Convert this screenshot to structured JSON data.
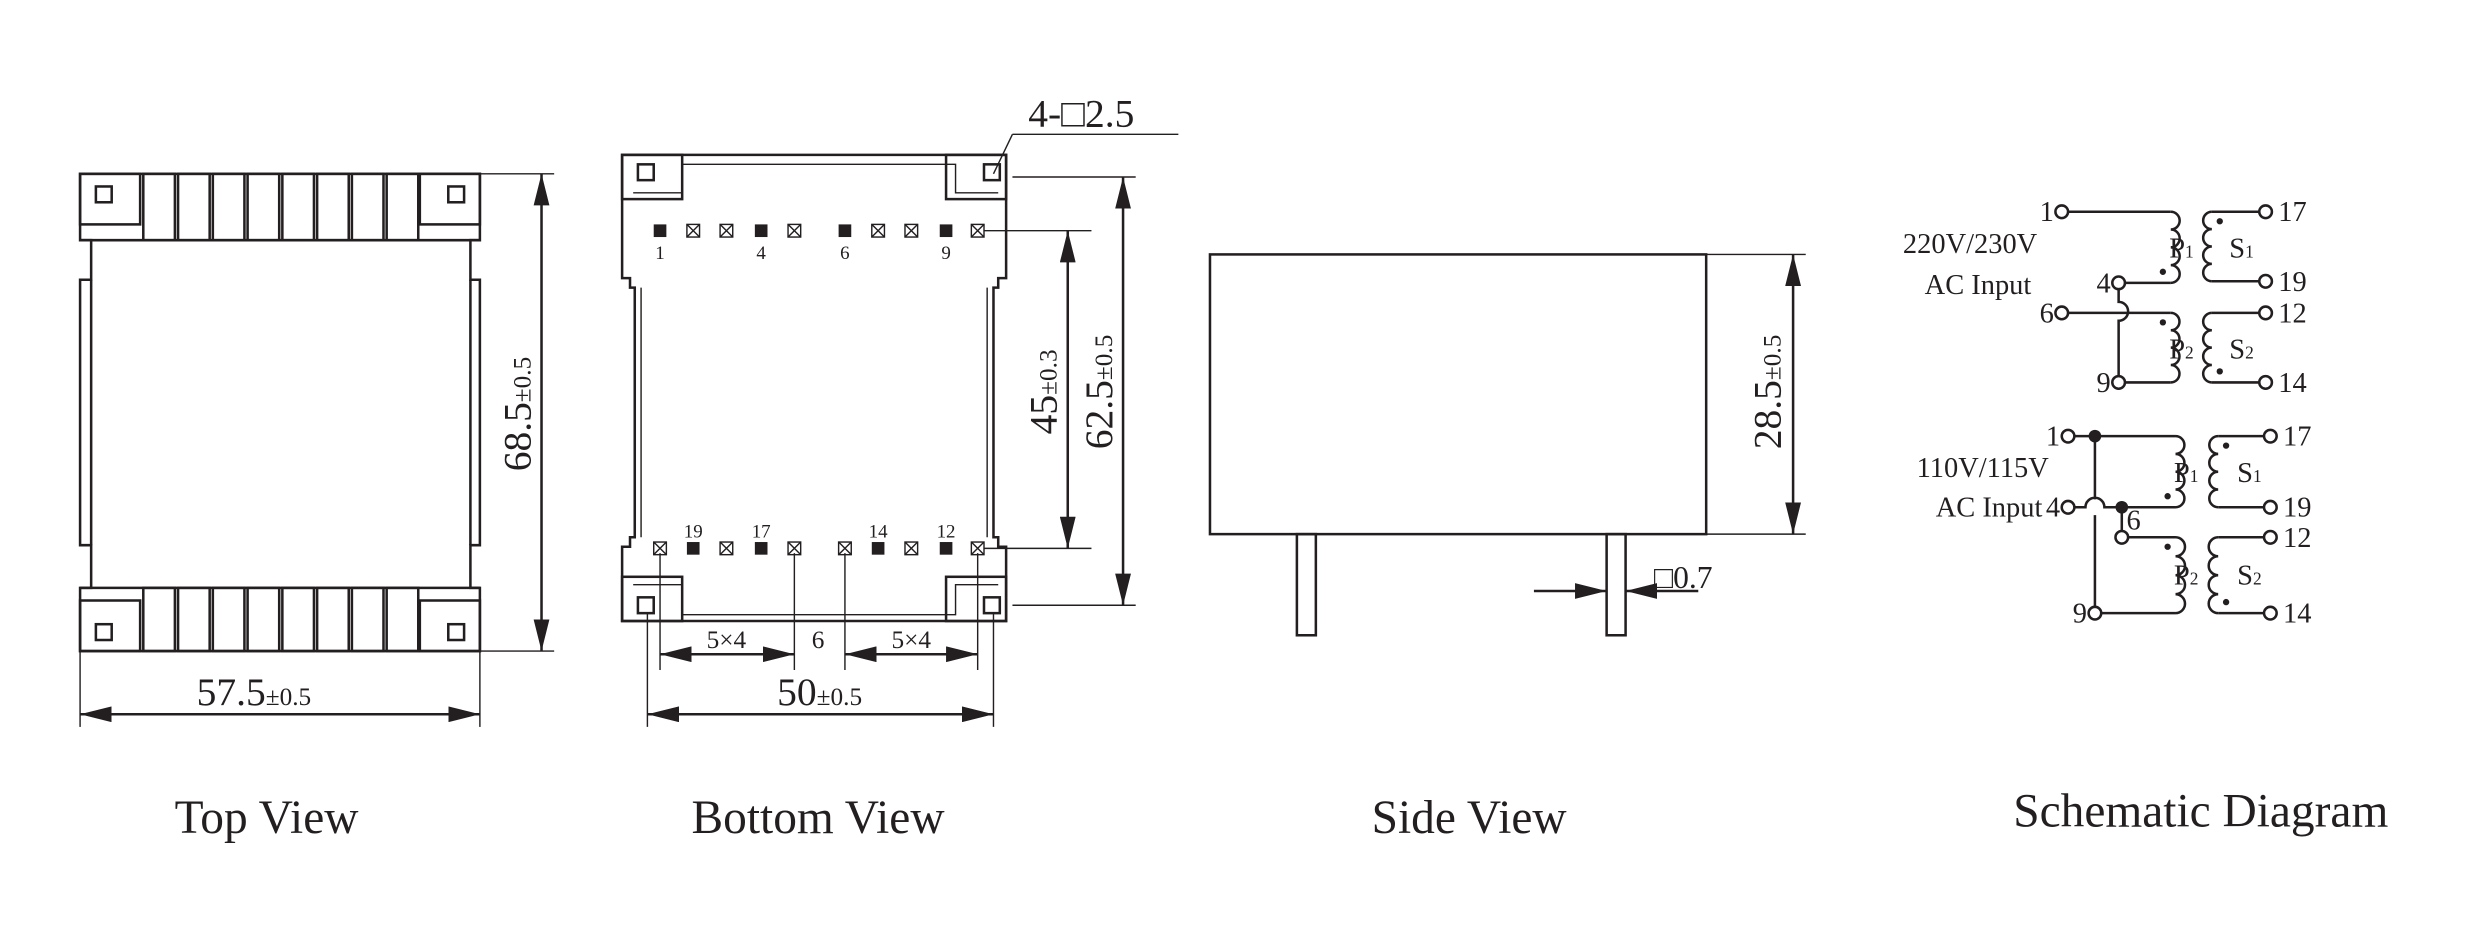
{
  "views": {
    "top": "Top View",
    "bottom": "Bottom View",
    "side": "Side View",
    "schematic": "Schematic Diagram"
  },
  "dimensions": {
    "top_height": {
      "value": "68.5",
      "tol": "±0.5"
    },
    "top_width": {
      "value": "57.5",
      "tol": "±0.5"
    },
    "pin_row_spacing": {
      "value": "45",
      "tol": "±0.3"
    },
    "mount_spacing_v": {
      "value": "62.5",
      "tol": "±0.5"
    },
    "mount_spacing_h": {
      "value": "50",
      "tol": "±0.5"
    },
    "pitch_left": "5×4",
    "gap_center": "6",
    "pitch_right": "5×4",
    "mount_holes": "4-□2.5",
    "side_height": {
      "value": "28.5",
      "tol": "±0.5"
    },
    "pin_size": "□0.7"
  },
  "pins": {
    "top_row": [
      "1",
      "4",
      "6",
      "9"
    ],
    "bottom_row": [
      "19",
      "17",
      "14",
      "12"
    ]
  },
  "schematic": {
    "high_voltage": {
      "title": "220V/230V",
      "subtitle": "AC Input",
      "terminals": [
        "1",
        "4",
        "6",
        "9",
        "17",
        "19",
        "12",
        "14"
      ],
      "windings": {
        "p1": "P",
        "p2": "P",
        "s1": "S",
        "s2": "S",
        "sub1": "1",
        "sub2": "2"
      }
    },
    "low_voltage": {
      "title": "110V/115V",
      "subtitle": "AC Input",
      "terminals": [
        "1",
        "4",
        "6",
        "9",
        "17",
        "19",
        "12",
        "14"
      ],
      "windings": {
        "p1": "P",
        "p2": "P",
        "s1": "S",
        "s2": "S",
        "sub1": "1",
        "sub2": "2"
      }
    }
  }
}
